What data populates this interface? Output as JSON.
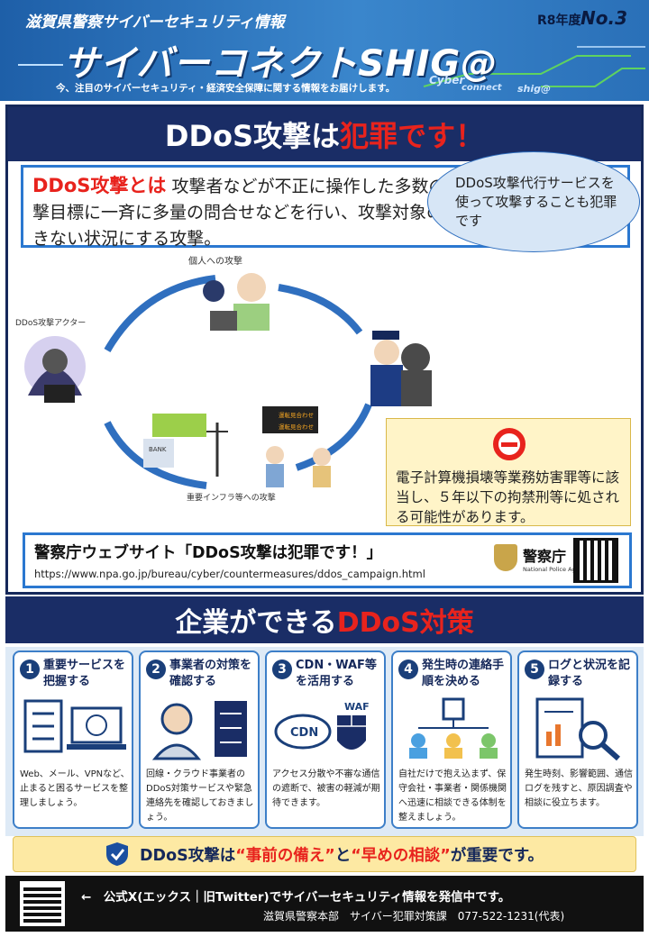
{
  "header": {
    "org": "滋賀県警察サイバーセキュリティ情報",
    "issue_year": "R8年度",
    "issue_no": "No.3",
    "title": "サイバーコネクトSHIG@",
    "subtitle": "今、注目のサイバーセキュリティ・経済安全保障に関する情報をお届けします。",
    "tag_cyber": "Cyber",
    "tag_connect": "connect",
    "tag_shiga": "shig@"
  },
  "section1": {
    "title_part1": "DDoS攻撃は",
    "title_part2": "犯罪です！",
    "def_term": "DDoS攻撃とは",
    "def_text": "攻撃者などが不正に操作した多数のパソコンなどから、攻撃目標に一斉に多量の問合せなどを行い、攻撃対象のシステムなどを利用できない状況にする攻撃。",
    "label_individual": "個人への攻撃",
    "label_actor": "DDoS攻撃アクター",
    "label_infra": "重要インフラ等への攻撃",
    "board_line1": "運転見合わせ",
    "board_line2": "運転見合わせ",
    "bank_label": "BANK",
    "bubble": "DDoS攻撃代行サービスを使って攻撃することも犯罪です",
    "warning": "電子計算機損壊等業務妨害罪等に該当し、５年以下の拘禁刑等に処される可能性があります。",
    "npa_title": "警察庁ウェブサイト「DDoS攻撃は犯罪です！」",
    "npa_url": "https://www.npa.go.jp/bureau/cyber/countermeasures/ddos_campaign.html",
    "npa_logo": "警察庁",
    "npa_logo_en": "National Police Agency"
  },
  "section2": {
    "title_part1": "企業ができる",
    "title_part2": "DDoS対策",
    "cards": [
      {
        "num": "1",
        "title": "重要サービスを把握する",
        "body": "Web、メール、VPNなど、止まると困るサービスを整理しましょう。"
      },
      {
        "num": "2",
        "title": "事業者の対策を確認する",
        "body": "回線・クラウド事業者のDDoS対策サービスや緊急連絡先を確認しておきましょう。"
      },
      {
        "num": "3",
        "title": "CDN・WAF等を活用する",
        "body": "アクセス分散や不審な通信の遮断で、被害の軽減が期待できます。",
        "cdn": "CDN",
        "waf": "WAF"
      },
      {
        "num": "4",
        "title": "発生時の連絡手順を決める",
        "body": "自社だけで抱え込まず、保守会社・事業者・関係機関へ迅速に相談できる体制を整えましょう。"
      },
      {
        "num": "5",
        "title": "ログと状況を記録する",
        "body": "発生時刻、影響範囲、通信ログを残すと、原因調査や相談に役立ちます。"
      }
    ],
    "summary_pre": "DDoS攻撃は",
    "summary_q1": "“事前の備え”",
    "summary_mid": "と",
    "summary_q2": "“早めの相談”",
    "summary_post": "が重要です。"
  },
  "footer": {
    "line1": "←　公式X(エックス｜旧Twitter)でサイバーセキュリティ情報を発信中です。",
    "line2": "滋賀県警察本部　サイバー犯罪対策課　077-522-1231(代表)"
  },
  "colors": {
    "navy": "#1a2d66",
    "accent_red": "#e8231d",
    "accent_blue": "#2b78d0"
  }
}
